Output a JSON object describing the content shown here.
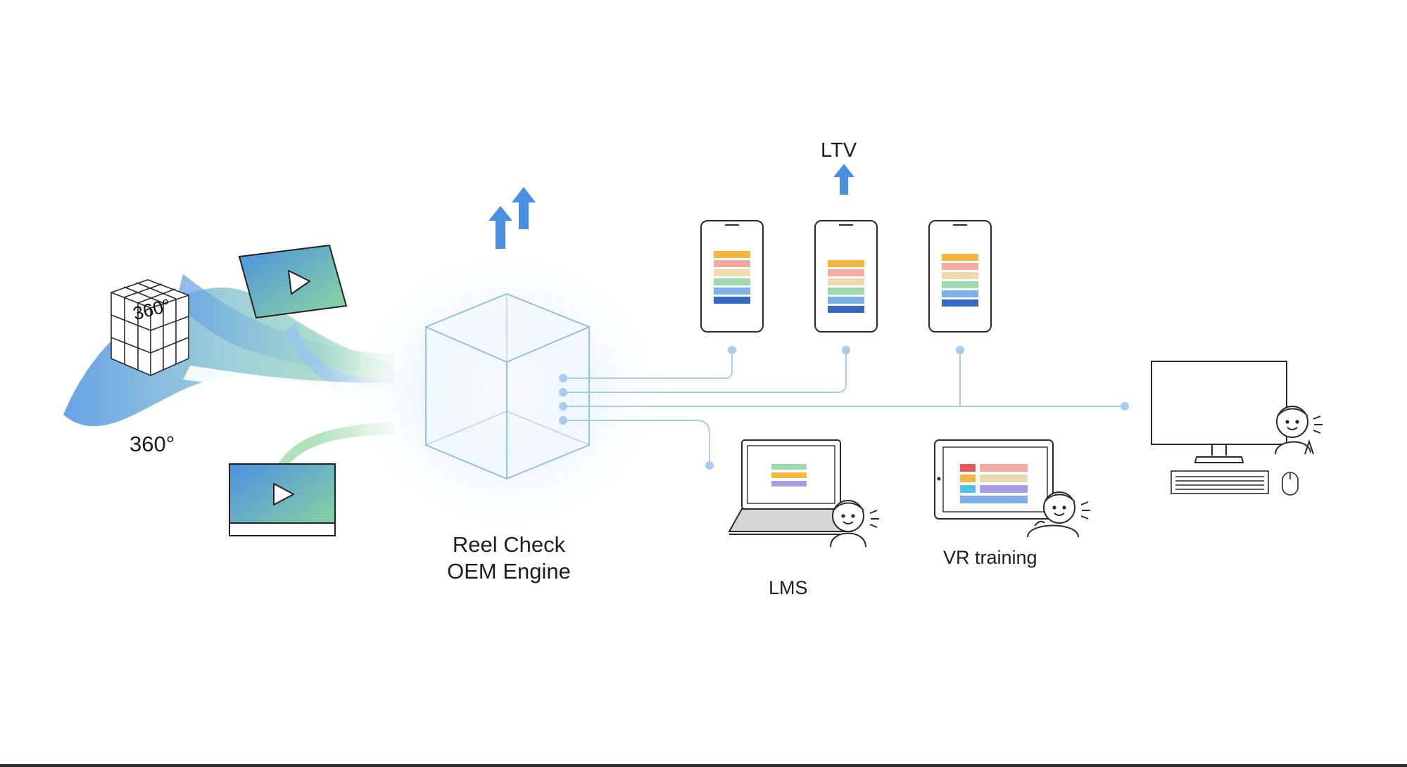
{
  "labels": {
    "sphere_badge": "360°",
    "video_360": "360°",
    "engine_line1": "Reel Check",
    "engine_line2": "OEM Engine",
    "ltv": "LTV",
    "lms": "LMS",
    "vr_training": "VR training"
  },
  "colors": {
    "arrow_blue": "#4a90e2",
    "connector": "#a9cbee",
    "cube_edge": "#8cbde6",
    "outline": "#2a2a2a",
    "stripe_orange": "#f5b63f",
    "stripe_pink": "#f4a9a2",
    "stripe_cream": "#ecdcab",
    "stripe_green": "#9ed9b0",
    "stripe_blue": "#7fb0e8",
    "stripe_navy": "#3569c4",
    "stripe_purple": "#a99be6",
    "stripe_red": "#e25a5a"
  },
  "icons": [
    "cube-360-icon",
    "play-video-icon",
    "upward-arrow-icon",
    "phone-icon",
    "laptop-icon",
    "tablet-icon",
    "desktop-computer-icon",
    "person-icon",
    "keyboard-icon",
    "mouse-icon"
  ]
}
